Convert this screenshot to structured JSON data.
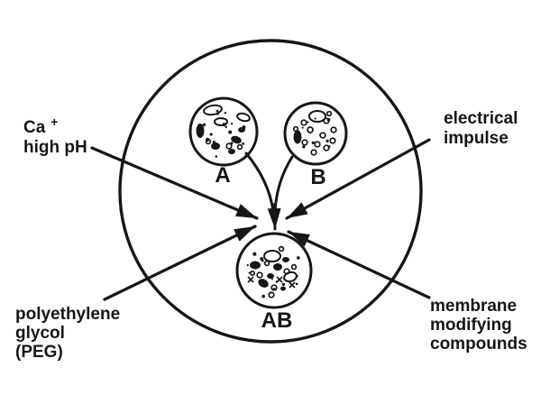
{
  "diagram": {
    "colors": {
      "ink": "#161616",
      "background": "#ffffff"
    },
    "labels": {
      "calcium": {
        "symbol": "Ca",
        "superscript": "+",
        "second_line": "high pH"
      },
      "electrical": {
        "lines": [
          "electrical",
          "impulse"
        ]
      },
      "peg": {
        "lines": [
          "polyethylene",
          "glycol",
          "(PEG)"
        ]
      },
      "membrane": {
        "lines": [
          "membrane",
          "modifying",
          "compounds"
        ]
      }
    },
    "cells": [
      {
        "label": "A"
      },
      {
        "label": "B"
      },
      {
        "label": "AB"
      }
    ]
  }
}
